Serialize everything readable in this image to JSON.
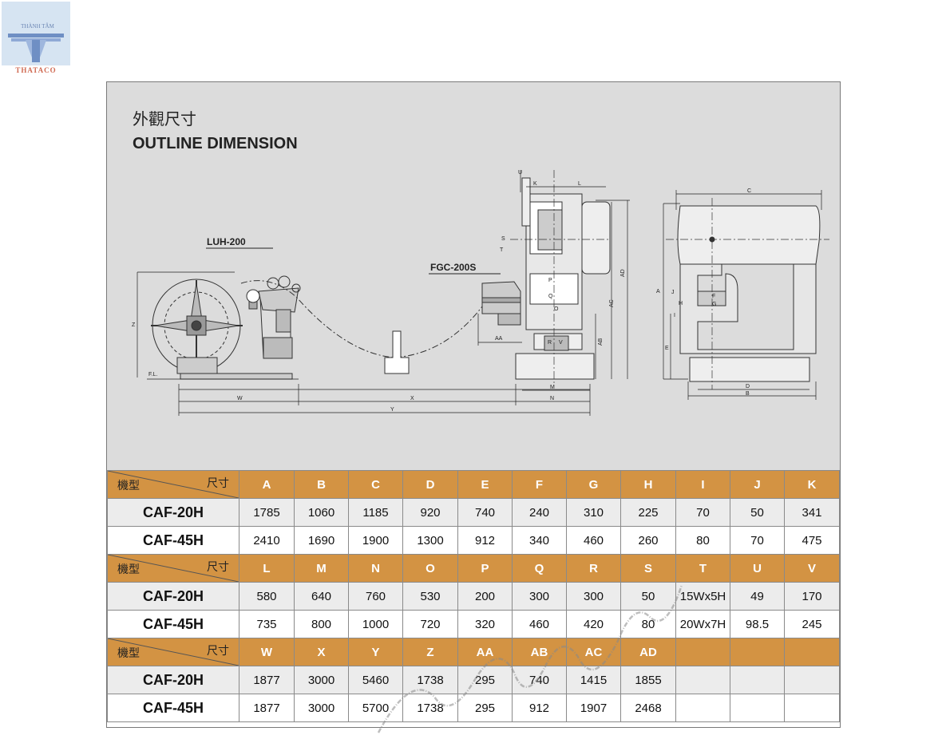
{
  "logo": {
    "name": "THÀNH TÂM",
    "brand": "THATACO"
  },
  "title": {
    "cn": "外觀尺寸",
    "en": "OUTLINE DIMENSION"
  },
  "diagram": {
    "machine_labels": {
      "uncoiler": "LUH-200",
      "feeder": "FGC-200S"
    },
    "dimension_labels": [
      "W",
      "X",
      "Y",
      "N",
      "M",
      "Z",
      "F.L.",
      "AA",
      "AB",
      "AC",
      "AD",
      "K",
      "L",
      "U",
      "S",
      "T",
      "C",
      "A",
      "D",
      "B",
      "E",
      "J",
      "H",
      "I",
      "F",
      "G",
      "R",
      "V",
      "P",
      "Q",
      "O"
    ]
  },
  "table": {
    "corner": {
      "model": "機型",
      "dim": "尺寸"
    },
    "blocks": [
      {
        "headers": [
          "A",
          "B",
          "C",
          "D",
          "E",
          "F",
          "G",
          "H",
          "I",
          "J",
          "K"
        ],
        "rows": [
          {
            "model": "CAF-20H",
            "values": [
              "1785",
              "1060",
              "1185",
              "920",
              "740",
              "240",
              "310",
              "225",
              "70",
              "50",
              "341"
            ]
          },
          {
            "model": "CAF-45H",
            "values": [
              "2410",
              "1690",
              "1900",
              "1300",
              "912",
              "340",
              "460",
              "260",
              "80",
              "70",
              "475"
            ]
          }
        ]
      },
      {
        "headers": [
          "L",
          "M",
          "N",
          "O",
          "P",
          "Q",
          "R",
          "S",
          "T",
          "U",
          "V"
        ],
        "rows": [
          {
            "model": "CAF-20H",
            "values": [
              "580",
              "640",
              "760",
              "530",
              "200",
              "300",
              "300",
              "50",
              "15Wx5H",
              "49",
              "170"
            ]
          },
          {
            "model": "CAF-45H",
            "values": [
              "735",
              "800",
              "1000",
              "720",
              "320",
              "460",
              "420",
              "80",
              "20Wx7H",
              "98.5",
              "245"
            ]
          }
        ]
      },
      {
        "headers": [
          "W",
          "X",
          "Y",
          "Z",
          "AA",
          "AB",
          "AC",
          "AD",
          "",
          "",
          ""
        ],
        "rows": [
          {
            "model": "CAF-20H",
            "values": [
              "1877",
              "3000",
              "5460",
              "1738",
              "295",
              "740",
              "1415",
              "1855",
              "",
              "",
              ""
            ]
          },
          {
            "model": "CAF-45H",
            "values": [
              "1877",
              "3000",
              "5700",
              "1738",
              "295",
              "912",
              "1907",
              "2468",
              "",
              "",
              ""
            ]
          }
        ]
      }
    ]
  },
  "colors": {
    "header": "#d39343",
    "drawing_bg": "#dcdcdc",
    "row_grey": "#ececec"
  }
}
